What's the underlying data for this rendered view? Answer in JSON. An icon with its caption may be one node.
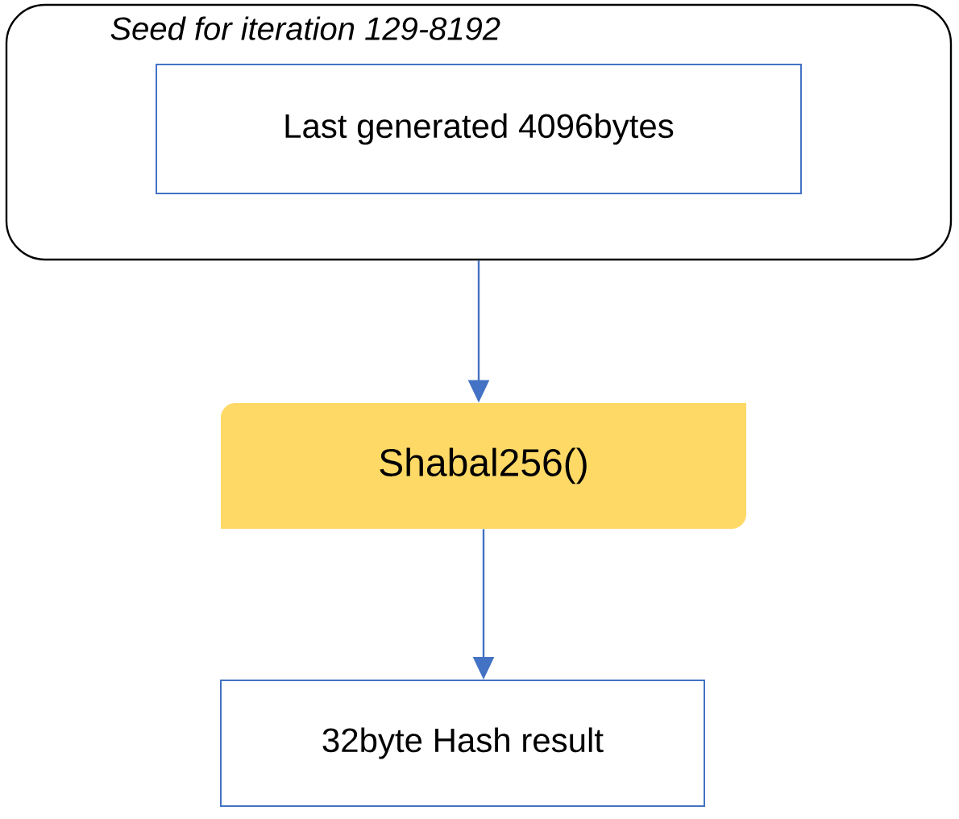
{
  "diagram": {
    "nodes": [
      {
        "text": [
          "Seed for iteration 129-8192"
        ]
      },
      {
        "text": [
          "Last generated 4096bytes"
        ],
        "in": 0
      },
      {
        "text": [
          "Shabal256()"
        ]
      },
      {
        "text": [
          "32byte Hash result"
        ]
      }
    ],
    "edges": [
      {
        "from": 0,
        "to": 2,
        "arrow": "to"
      },
      {
        "from": 2,
        "to": 3,
        "arrow": "to"
      }
    ]
  }
}
